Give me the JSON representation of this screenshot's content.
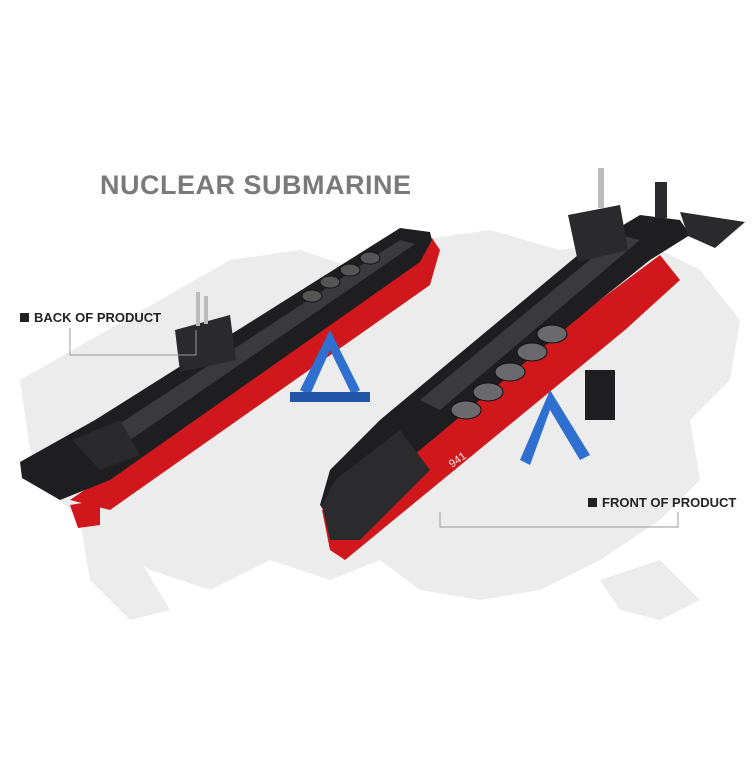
{
  "title": "NUCLEAR SUBMARINE",
  "callouts": {
    "back": "BACK OF PRODUCT",
    "front": "FRONT OF PRODUCT"
  },
  "hull_number": "941",
  "colors": {
    "hull_black": "#1e1e20",
    "hull_red": "#d0181c",
    "stand_blue": "#2f6fd0",
    "map_grey": "#ececec",
    "title_grey": "#7a7a7a"
  }
}
